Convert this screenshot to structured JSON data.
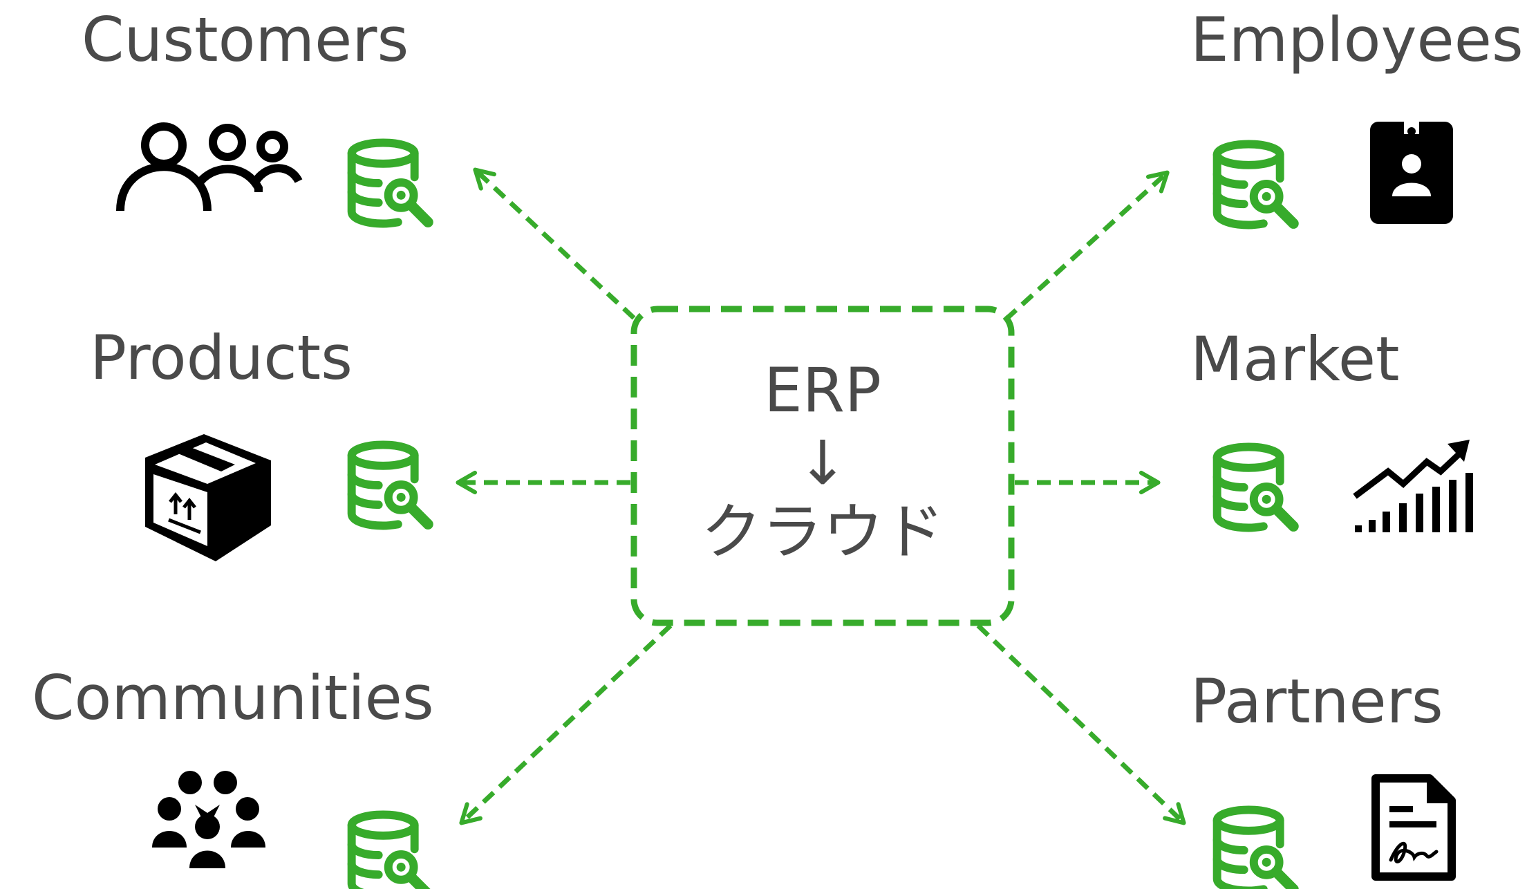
{
  "center": {
    "line1": "ERP",
    "arrow": "↓",
    "line2": "クラウド"
  },
  "nodes": {
    "customers": {
      "label": "Customers",
      "icon": "people-group-icon"
    },
    "employees": {
      "label": "Employees",
      "icon": "id-badge-icon"
    },
    "products": {
      "label": "Products",
      "icon": "package-box-icon"
    },
    "market": {
      "label": "Market",
      "icon": "market-growth-chart-icon"
    },
    "communities": {
      "label": "Communities",
      "icon": "community-people-icon"
    },
    "partners": {
      "label": "Partners",
      "icon": "signed-contract-icon"
    }
  },
  "database_icon": "database-search-icon",
  "colors": {
    "accent_green": "#37ab2b",
    "label_gray": "#4a4a4a",
    "icon_black": "#000000"
  }
}
